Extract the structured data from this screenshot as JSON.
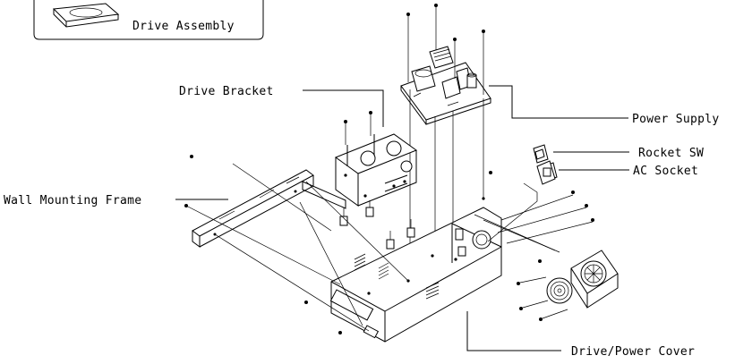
{
  "labels": {
    "drive_assembly": "Drive Assembly",
    "drive_bracket": "Drive Bracket",
    "power_supply": "Power Supply",
    "rocket_sw": "Rocket SW",
    "ac_socket": "AC Socket",
    "wall_mounting_frame": "Wall Mounting Frame",
    "drive_power_cover": "Drive/Power Cover"
  },
  "colors": {
    "ink": "#000000",
    "paper": "#ffffff"
  }
}
